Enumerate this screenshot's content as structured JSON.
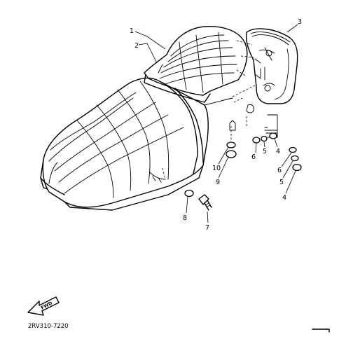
{
  "diagram": {
    "callouts": [
      "1",
      "2",
      "3",
      "4",
      "5",
      "6",
      "4",
      "5",
      "6",
      "7",
      "8",
      "9",
      "10"
    ],
    "fwd_label": "FWD",
    "drawing_code": "2RV310-7220"
  }
}
